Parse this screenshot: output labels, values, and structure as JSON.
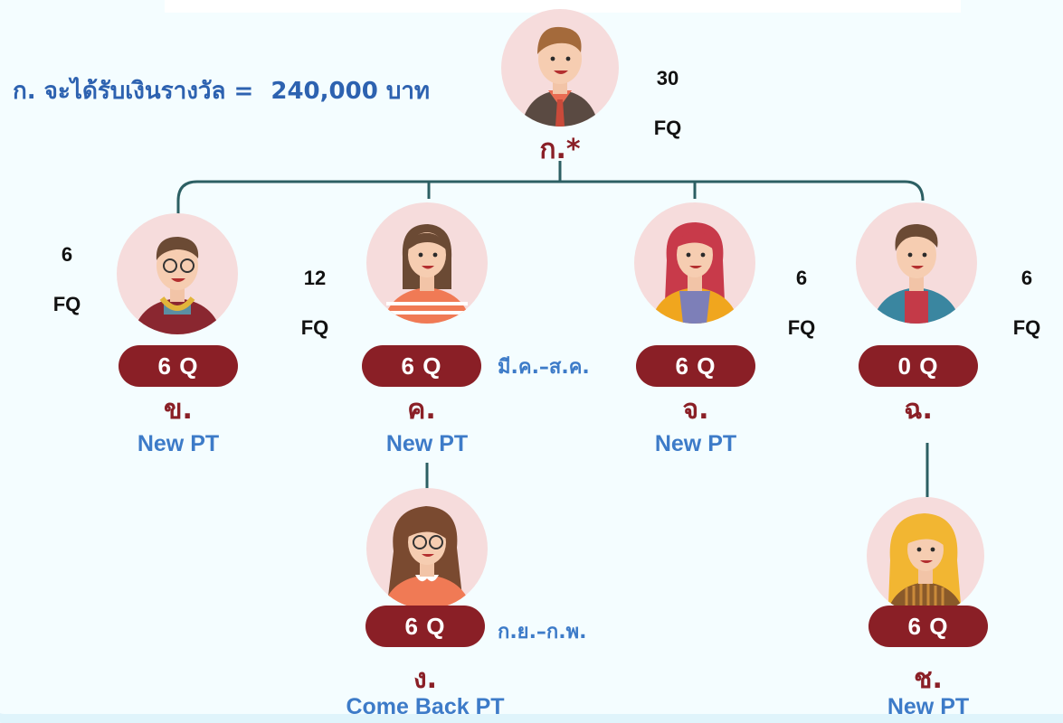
{
  "headline": {
    "prefix": "ก. จะได้รับเงินรางวัล =",
    "amount": "240,000 บาท"
  },
  "colors": {
    "pill_bg": "#8a1f26",
    "code_text": "#8a1f26",
    "role_text": "#3d7bc8",
    "headline_text": "#2d62b0",
    "connector": "#2c5f63",
    "avatar_bg": "#f6dcdc"
  },
  "root": {
    "code": "ก.*",
    "fq_value": "30",
    "fq_unit": "FQ",
    "avatar_icon": "man-avatar-icon"
  },
  "members": [
    {
      "id": "kho",
      "q": "6 Q",
      "code": "ข.",
      "role": "New PT",
      "fq_value": "6",
      "fq_unit": "FQ",
      "avatar_icon": "man-glasses-avatar-icon"
    },
    {
      "id": "kho-khwai",
      "q": "6 Q",
      "code": "ค.",
      "role": "New PT",
      "fq_value": "12",
      "fq_unit": "FQ",
      "period": "มี.ค.–ส.ค.",
      "avatar_icon": "woman-avatar-icon"
    },
    {
      "id": "cho",
      "q": "6 Q",
      "code": "จ.",
      "role": "New PT",
      "fq_value": "6",
      "fq_unit": "FQ",
      "avatar_icon": "woman-red-hair-avatar-icon"
    },
    {
      "id": "chor",
      "q": "0 Q",
      "code": "ฉ.",
      "role": "",
      "fq_value": "6",
      "fq_unit": "FQ",
      "avatar_icon": "man-blue-jacket-avatar-icon"
    }
  ],
  "sub_members": [
    {
      "id": "ngo",
      "q": "6 Q",
      "code": "ง.",
      "role": "Come Back PT",
      "period": "ก.ย.–ก.พ.",
      "avatar_icon": "woman-long-hair-glasses-avatar-icon"
    },
    {
      "id": "cho-chang",
      "q": "6 Q",
      "code": "ช.",
      "role": "New PT",
      "avatar_icon": "woman-blonde-avatar-icon"
    }
  ]
}
